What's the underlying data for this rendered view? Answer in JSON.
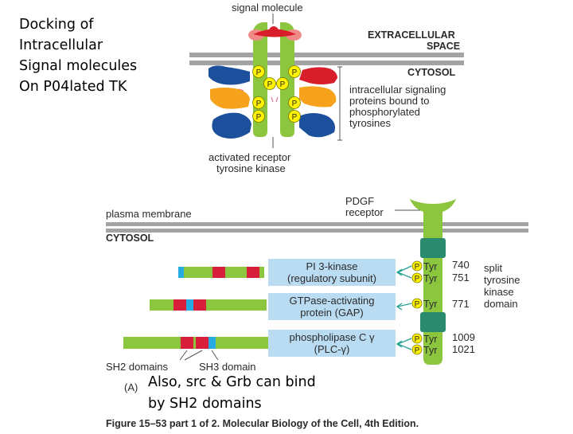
{
  "slide": {
    "title": "Docking of\nIntracellular\nSignal molecules\nOn P04lated TK",
    "note": "Also, src & Grb can bind\nby SH2 domains"
  },
  "top_panel": {
    "signal_molecule": "signal molecule",
    "extracellular_1": "EXTRACELLULAR",
    "extracellular_2": "SPACE",
    "cytosol": "CYTOSOL",
    "phospho": "P",
    "signaling_1": "intracellular signaling",
    "signaling_2": "proteins bound to",
    "signaling_3": "phosphorylated",
    "signaling_4": "tyrosines",
    "receptor_1": "activated receptor",
    "receptor_2": "tyrosine kinase"
  },
  "bottom_panel": {
    "pdgf_1": "PDGF",
    "pdgf_2": "receptor",
    "plasma_membrane": "plasma membrane",
    "cytosol": "CYTOSOL",
    "tyr": "Tyr",
    "proteins": [
      {
        "line1": "PI 3-kinase",
        "line2": "(regulatory subunit)"
      },
      {
        "line1": "GTPase-activating",
        "line2": "protein (GAP)"
      },
      {
        "line1": "phospholipase C γ",
        "line2": "(PLC-γ)"
      }
    ],
    "residues": [
      "740",
      "751",
      "771",
      "1009",
      "1021"
    ],
    "kinase_1": "split",
    "kinase_2": "tyrosine",
    "kinase_3": "kinase",
    "kinase_4": "domain",
    "sh2": "SH2 domains",
    "sh3": "SH3 domain",
    "panel_label": "(A)",
    "caption": "Figure 15–53 part 1 of 2. Molecular Biology of the Cell, 4th Edition."
  },
  "colors": {
    "membrane": "#a3a3a3",
    "receptor_green": "#8cc63f",
    "kinase_teal": "#2a8a6e",
    "signal_red": "#d81e2a",
    "sh2_red": "#d71f3c",
    "sh3_blue": "#27a9e1",
    "label_box": "#b9dcf2",
    "phospho_yellow": "#fff200",
    "adapter_orange": "#f6a21c",
    "adapter_navy": "#1c4f9c"
  }
}
